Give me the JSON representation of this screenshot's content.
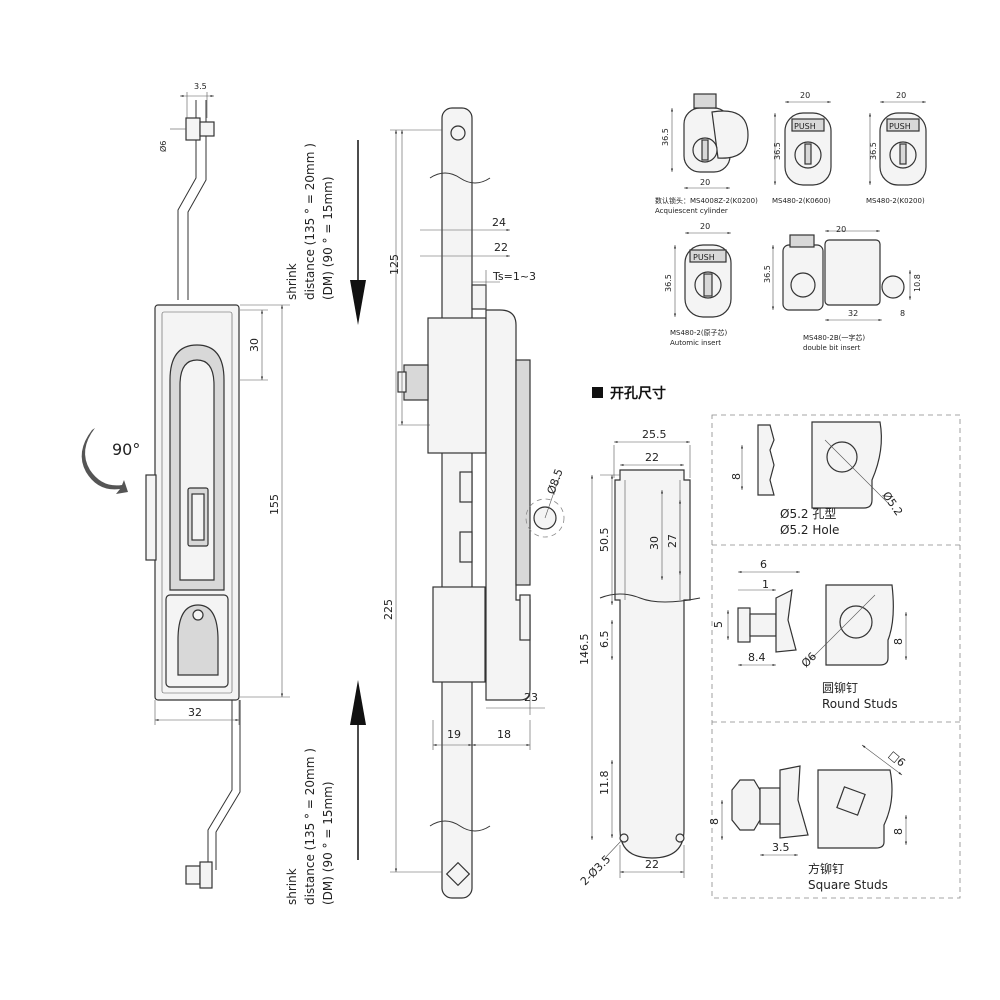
{
  "colors": {
    "line": "#333333",
    "fill_light": "#f4f4f4",
    "fill_dark": "#d8d8d8",
    "arrow": "#111111"
  },
  "front_view": {
    "dims": {
      "top_width": "3.5",
      "rod_dia": "Ø6",
      "d30": "30",
      "d155": "155",
      "d32": "32"
    },
    "rotation_label": "90°"
  },
  "side_view": {
    "dims": {
      "d24": "24",
      "d22": "22",
      "ts": "Ts=1~3",
      "d125": "125",
      "d225": "225",
      "dia85": "Ø8.5",
      "d23": "23",
      "d19": "19",
      "d18": "18"
    },
    "shrink_top": {
      "line1": "shrink",
      "line2": "distance (135 ° = 20mm )",
      "line3": "(DM)       (90 ° = 15mm)"
    },
    "shrink_bottom": {
      "line1": "shrink",
      "line2": "distance (135 ° = 20mm )",
      "line3": "(DM)       (90 ° = 15mm)"
    }
  },
  "cylinders": [
    {
      "id": "c1",
      "w": "20",
      "h": "36.5",
      "caption_cn": "数认锁头：MS4008Z-2(K0200)",
      "caption_en": "Acquiescent cylinder",
      "push": ""
    },
    {
      "id": "c2",
      "w": "20",
      "h": "36.5",
      "caption_cn": "MS480-2(K0600)",
      "caption_en": "",
      "push": "PUSH"
    },
    {
      "id": "c3",
      "w": "20",
      "h": "36.5",
      "caption_cn": "MS480-2(K0200)",
      "caption_en": "",
      "push": "PUSH"
    },
    {
      "id": "c4",
      "w": "20",
      "h": "36.5",
      "caption_cn": "MS480-2(原子芯)",
      "caption_en": "Automic  insert",
      "push": "PUSH"
    },
    {
      "id": "c5",
      "w": "20",
      "h": "36.5",
      "w2": "32",
      "d108": "10.8",
      "d8": "8",
      "caption_cn": "MS480-2B(一字芯)",
      "caption_en": "double bit insert",
      "push": ""
    }
  ],
  "cutout": {
    "title": "开孔尺寸",
    "dims": {
      "d255": "25.5",
      "d22top": "22",
      "d505": "50.5",
      "d30": "30",
      "d27": "27",
      "d1465": "146.5",
      "d65": "6.5",
      "d118": "11.8",
      "holes": "2-Ø3.5",
      "d22bot": "22"
    }
  },
  "hole_detail": {
    "d8": "8",
    "dia52": "Ø5.2",
    "label_cn": "Ø5.2 孔型",
    "label_en": "Ø5.2 Hole"
  },
  "round_studs": {
    "d6": "6",
    "d1": "1",
    "d5": "5",
    "d84": "8.4",
    "dia6": "Ø6",
    "d8": "8",
    "label_cn": "圆铆钉",
    "label_en": "Round Studs"
  },
  "square_studs": {
    "d8": "8",
    "d35": "3.5",
    "sq6": "□6",
    "d8b": "8",
    "label_cn": "方铆钉",
    "label_en": "Square Studs"
  }
}
